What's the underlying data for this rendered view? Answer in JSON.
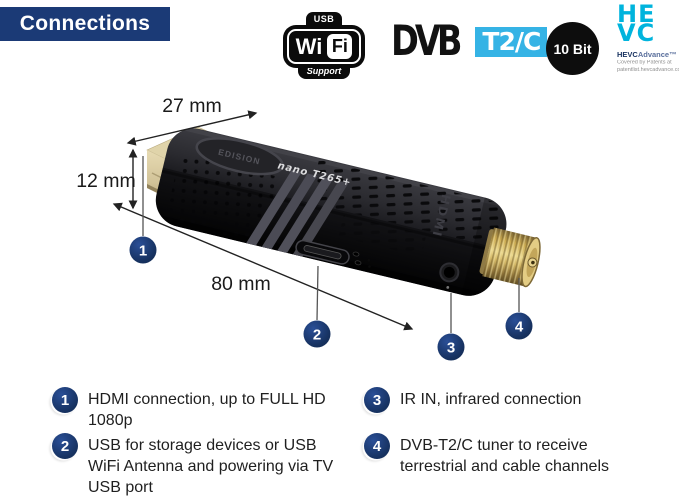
{
  "header": {
    "title": "Connections"
  },
  "badges": {
    "usb_wifi": {
      "usb": "USB",
      "wi": "Wi",
      "fi": "Fi",
      "support": "Support"
    },
    "dvb": {
      "prefix": "DVB",
      "suffix": "T2/C"
    },
    "bit10": {
      "label": "10 Bit"
    },
    "hevc": {
      "glyph_line1": "HE",
      "glyph_line2": "VC",
      "brand": "HEVC",
      "brand_suffix": "Advance™",
      "note1": "Covered by Patents at",
      "note2": "patentlist.hevcadvance.com"
    }
  },
  "device": {
    "brand": "EDISION",
    "model": "nano T265+",
    "side_label": "HDMI",
    "dim_width": "27 mm",
    "dim_height": "12 mm",
    "dim_length": "80 mm"
  },
  "callouts": [
    {
      "number": "1",
      "text": "HDMI connection, up to FULL HD 1080p"
    },
    {
      "number": "2",
      "text": "USB for storage devices or USB WiFi Antenna and powering via TV USB port"
    },
    {
      "number": "3",
      "text": "IR IN, infrared connection"
    },
    {
      "number": "4",
      "text": "DVB-T2/C tuner to receive terrestrial and cable channels"
    }
  ],
  "colors": {
    "accent_navy": "#1b3a76",
    "dvb_blue": "#35b3e5",
    "hevc_cyan": "#00b4dd",
    "connector_gold": "#d3b765"
  }
}
